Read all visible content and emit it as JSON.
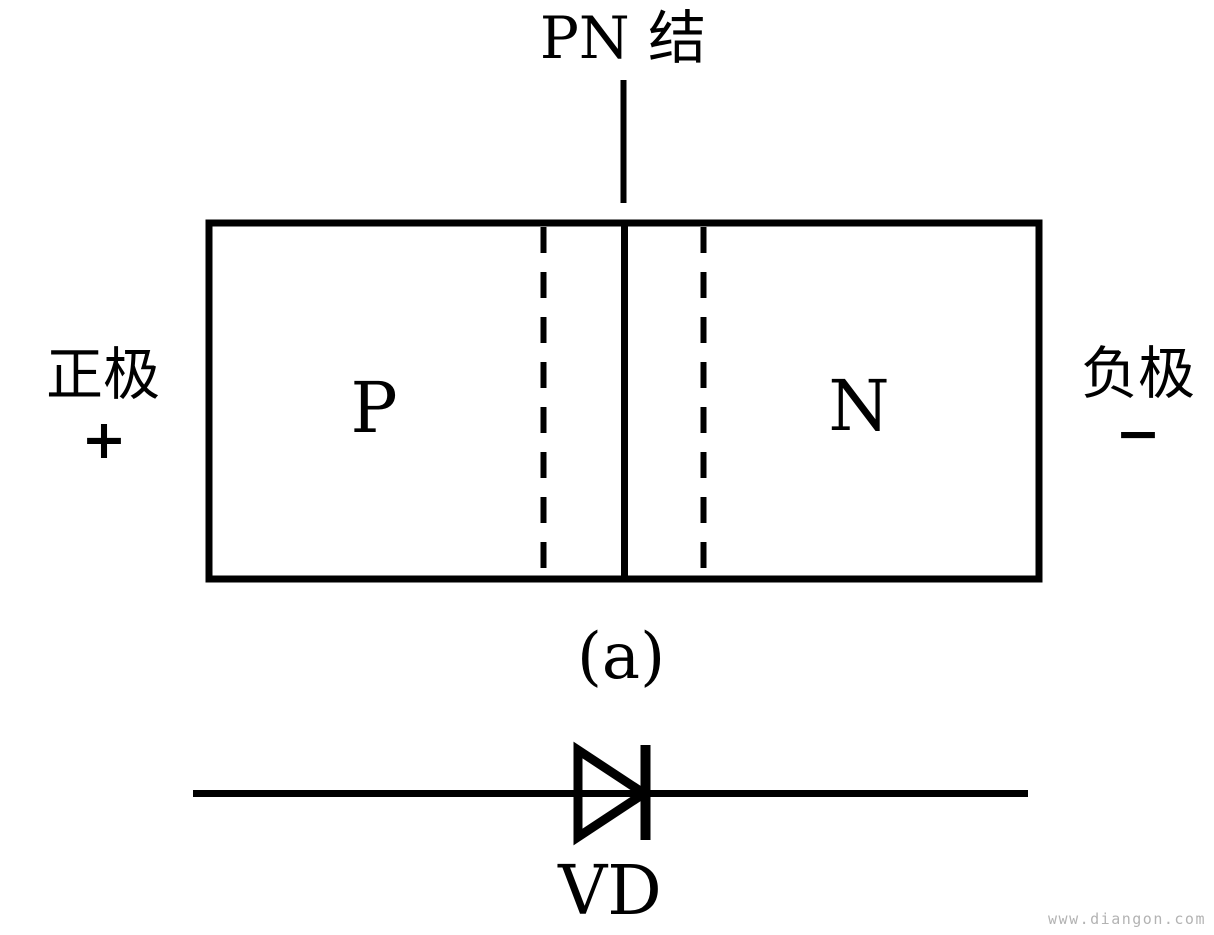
{
  "figure": {
    "title": "PN 结",
    "panel_a": {
      "caption": "(a)",
      "p_region_label": "P",
      "n_region_label": "N",
      "left_terminal": {
        "label": "正极",
        "sign": "+"
      },
      "right_terminal": {
        "label": "负极",
        "sign": "−"
      }
    },
    "panel_b": {
      "device_label": "VD"
    },
    "watermark": "www.diangon.com",
    "colors": {
      "line": "#000000",
      "watermark": "#b3b3b3",
      "background": "#ffffff"
    }
  }
}
